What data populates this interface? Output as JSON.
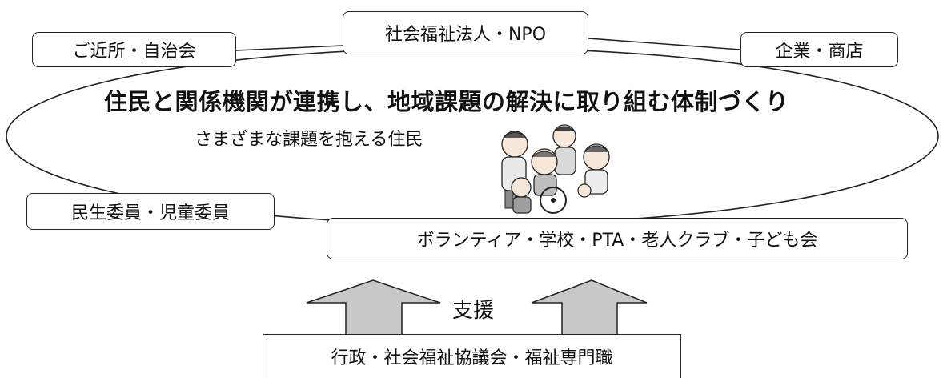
{
  "diagram": {
    "headline": "住民と関係機関が連携し、地域課題の解決に取り組む体制づくり",
    "subline": "さまざまな課題を抱える住民",
    "support_label": "支援",
    "boxes": {
      "neighborhood": "ご近所・自治会",
      "social_welfare": "社会福祉法人・NPO",
      "business": "企業・商店",
      "commissioners": "民生委員・児童委員",
      "volunteers": "ボランティア・学校・PTA・老人クラブ・子ども会",
      "administration": "行政・社会福祉協議会・福祉専門職"
    },
    "colors": {
      "stroke": "#222222",
      "arrow_fill": "#c8c8c8"
    },
    "icons": [
      "residents-illustration",
      "up-arrow-icon"
    ]
  }
}
